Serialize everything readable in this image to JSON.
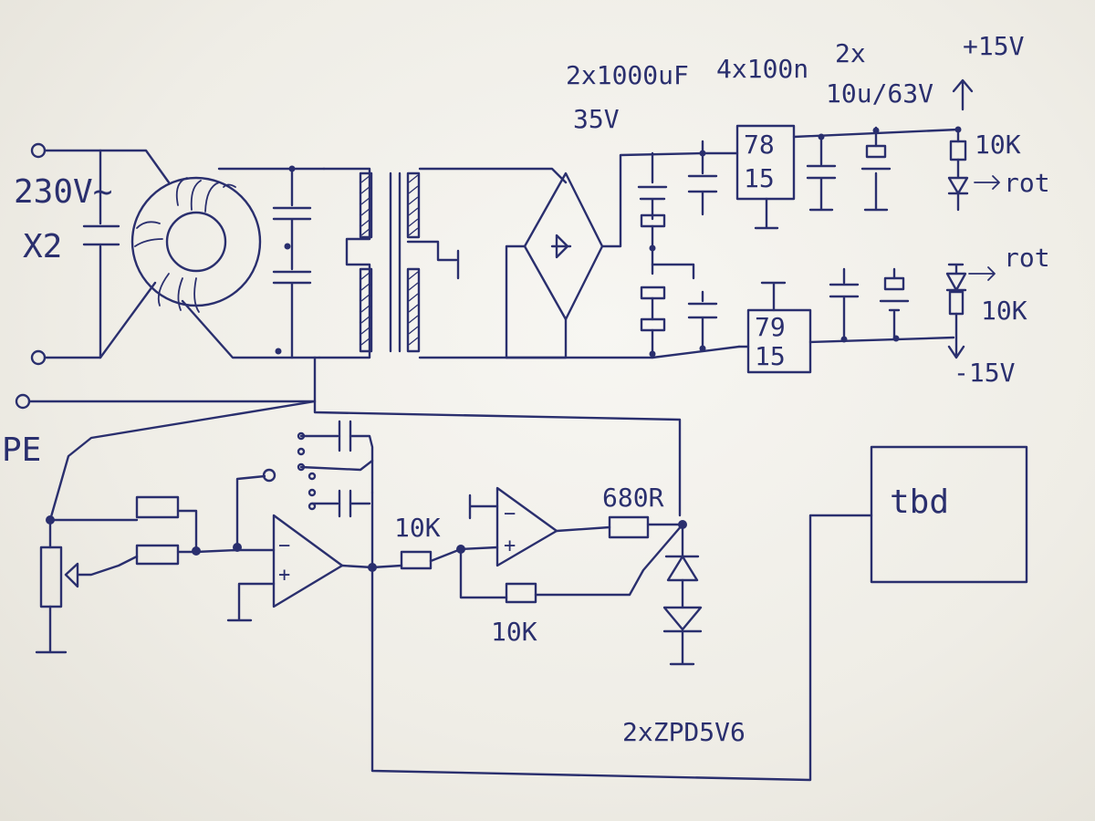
{
  "labels": {
    "mains_voltage": "230V~",
    "mains_cap": "X2",
    "protective_earth": "PE",
    "bulk_caps": "2x1000uF",
    "bulk_caps_voltage": "35V",
    "decoupling_caps": "4x100n",
    "output_caps_count": "2x",
    "output_caps_value": "10u/63V",
    "positive_rail": "+15V",
    "negative_rail": "-15V",
    "pos_reg_line1": "78",
    "pos_reg_line2": "15",
    "neg_reg_line1": "79",
    "neg_reg_line2": "15",
    "led_res_pos": "10K",
    "led_res_neg": "10K",
    "led_color_pos": "rot",
    "led_color_neg": "rot",
    "input_res": "10K",
    "feedback_res": "10K",
    "output_res": "680R",
    "zener_diodes": "2xZPD5V6",
    "tbd_block": "tbd"
  },
  "colors": {
    "ink": "#2a2f6e",
    "paper": "#f3f2ed"
  }
}
